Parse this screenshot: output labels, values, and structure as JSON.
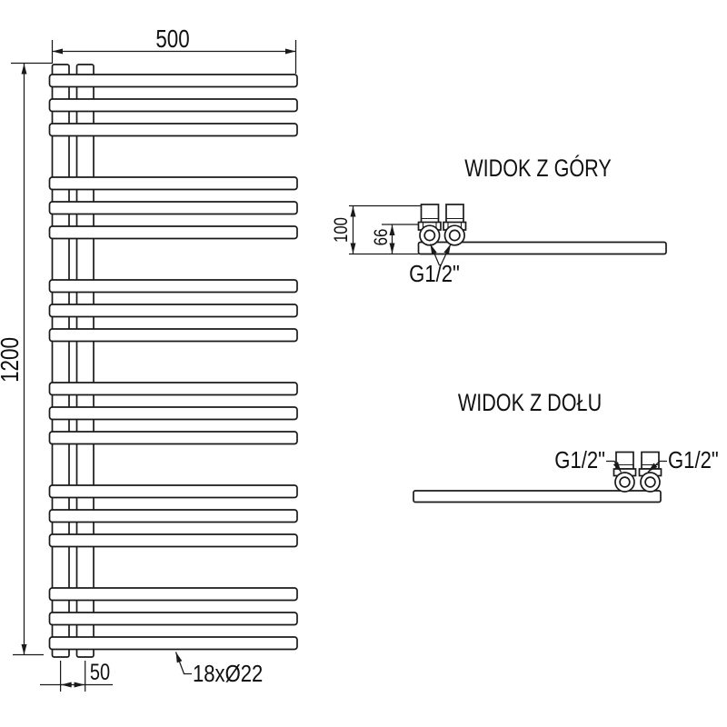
{
  "drawing": {
    "front_view": {
      "width_dim": "500",
      "height_dim": "1200",
      "spacing_dim": "50",
      "tube_spec": "18xØ22"
    },
    "top_view": {
      "title": "WIDOK Z GÓRY",
      "depth_dim": "100",
      "offset_dim": "66",
      "thread_label": "G1/2\""
    },
    "bottom_view": {
      "title": "WIDOK Z DOŁU",
      "thread_label_left": "G1/2\"",
      "thread_label_right": "G1/2\""
    },
    "colors": {
      "line": "#1a1a1a",
      "background": "#ffffff"
    }
  }
}
